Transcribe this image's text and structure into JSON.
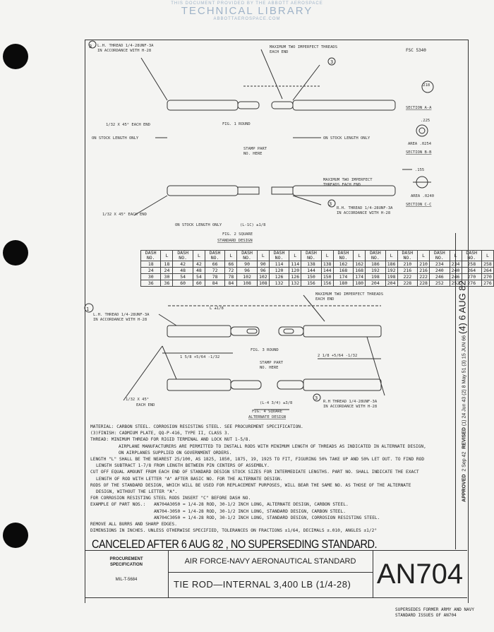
{
  "watermark": {
    "line1": "THIS DOCUMENT PROVIDED BY THE ABBOTT AEROSPACE",
    "line2": "TECHNICAL LIBRARY",
    "line3": "ABBOTTAEROSPACE.COM"
  },
  "fsc": "FSC 5340",
  "fig12": {
    "lh_thread": "L.H. THREAD 1/4-28UNF-3A",
    "lh_thread2": "IN ACCORDANCE WITH H-28",
    "max_threads": "MAXIMUM TWO IMPERFECT THREADS",
    "each_end": "EACH END",
    "rh_thread": "R.H. THREAD 1/4-28UNF-3A",
    "rh_thread2": "IN ACCORDANCE WITH H-28",
    "chamfer": "1/32 X 45° EACH END",
    "stock_len": "ON STOCK LENGTH ONLY",
    "stamp": "STAMP PART",
    "stamp2": "NO. HERE",
    "fig1": "FIG. 1 ROUND",
    "fig2": "FIG. 2 SQUARE",
    "fig2_sub": "STANDARD DESIGN",
    "dim_lc": "(L-1C) ±1/8",
    "max_threads2": "MAXIMUM TWO IMPERFECT",
    "each_end2": "THREADS EACH END",
    "callout_lh": "3",
    "callout_rh": "3",
    "callout_rh2": "3"
  },
  "sections": {
    "a": "SECTION A-A",
    "b": "SECTION B-B",
    "c": "SECTION C-C",
    "area_b": "AREA .0254",
    "area_c": "AREA .0240",
    "dim_a": ".218",
    "dim_b": ".225",
    ".dim_c": ".155"
  },
  "table": {
    "h_dash": "DASH NO.",
    "h_l": "L",
    "rows": [
      [
        "18",
        "18",
        "42",
        "42",
        "66",
        "66",
        "90",
        "90",
        "114",
        "114",
        "138",
        "138",
        "162",
        "162",
        "186",
        "186",
        "210",
        "210",
        "234",
        "234",
        "258",
        "258"
      ],
      [
        "24",
        "24",
        "48",
        "48",
        "72",
        "72",
        "96",
        "96",
        "120",
        "120",
        "144",
        "144",
        "168",
        "168",
        "192",
        "192",
        "216",
        "216",
        "240",
        "240",
        "264",
        "264"
      ],
      [
        "30",
        "30",
        "54",
        "54",
        "78",
        "78",
        "102",
        "102",
        "126",
        "126",
        "150",
        "150",
        "174",
        "174",
        "198",
        "198",
        "222",
        "222",
        "246",
        "246",
        "270",
        "270"
      ],
      [
        "36",
        "36",
        "60",
        "60",
        "84",
        "84",
        "108",
        "108",
        "132",
        "132",
        "156",
        "156",
        "180",
        "180",
        "204",
        "204",
        "228",
        "228",
        "252",
        "252",
        "276",
        "276"
      ]
    ]
  },
  "fig34": {
    "callout": "1",
    "lh_thread": "L.H. THREAD 1/4-28UNF-3A",
    "lh_thread2": "IN ACCORDANCE WITH H-28",
    "dim_l": "L ±1/8",
    "max_threads": "MAXIMUM TWO IMPERFECT THREADS",
    "each_end": "EACH END",
    "fig3": "FIG. 3 ROUND",
    "stamp": "STAMP PART",
    "stamp2": "NO. HERE",
    "dim_left": "1 5/8 +5/64 -1/32",
    "dim_right": "2 1/8 +5/64 -1/32",
    "chamfer": "1/32 X 45°",
    "each_end_c": "EACH END",
    "dim_l4": "(L-4 3/4) ±3/8",
    "fig4": "FIG. 4 SQUARE",
    "fig4_sub": "ALTERNATE DESIGN",
    "callout_rh": "3",
    "rh_thread": "R.H THREAD 1/4-28UNF-3A",
    "rh_thread2": "IN ACCORDANCE WITH H-28"
  },
  "notes": {
    "material": "MATERIAL:  CARBON STEEL.  CORROSION RESISTING STEEL.  SEE PROCUREMENT SPECIFICATION.",
    "finish_callout": "3",
    "finish": "FINISH:  CADMIUM PLATE, QQ-P-416, TYPE II, CLASS 3.",
    "thread": "THREAD:  MINIMUM THREAD FOR RIGID TERMINAL AND LOCK NUT 1-5/8.",
    "thread2": "AIRPLANE MANUFACTURERS ARE PERMITTED TO INSTALL RODS WITH MINIMUM LENGTH OF THREADS AS INDICATED IN ALTERNATE DESIGN,",
    "thread3": "ON AIRPLANES SUPPLIED ON GOVERNMENT ORDERS.",
    "length": "LENGTH \"L\" SHALL BE THE NEAREST 25/100, AS 1825, 1850, 1875, 19, 1925 TO FIT, FIGURING 50% TAKE UP AND 50% LET OUT.  TO FIND ROD",
    "length2": "LENGTH SUBTRACT 1-7/8 FROM LENGTH BETWEEN PIN CENTERS OF ASSEMBLY.",
    "cutoff": "CUT OFF EQUAL AMOUNT FROM EACH END OF STANDARD DESIGN STOCK SIZES FOR INTERMEDIATE LENGTHS.  PART NO. SHALL INDICATE THE EXACT",
    "cutoff2": "LENGTH OF ROD WITH LETTER \"A\" AFTER BASIC NO. FOR THE ALTERNATE DESIGN.",
    "rods": "RODS OF THE STANDARD DESIGN, WHICH WILL BE USED FOR REPLACEMENT PURPOSES, WILL BEAR THE SAME NO. AS THOSE OF THE ALTERNATE",
    "rods2": "DESIGN, WITHOUT THE LETTER \"A\".",
    "corrosion": "FOR CORROSION RESISTING STEEL RODS INSERT \"C\" BEFORE DASH NO.",
    "example_label": "EXAMPLE OF PART NOS.:",
    "examples": [
      "AN704A3050  =  1/4-28 ROD, 30-1/2 INCH LONG, ALTERNATE DESIGN, CARBON STEEL.",
      "AN704-3050  =  1/4-28 ROD, 30-1/2 INCH LONG, STANDARD DESIGN, CARBON STEEL.",
      "AN704C3050  =  1/4-28 ROD, 30-1/2 INCH LONG, STANDARD DESIGN, CORROSION RESISTING STEEL."
    ],
    "burrs": "REMOVE ALL BURRS AND SHARP EDGES.",
    "dims": "DIMENSIONS IN INCHES.  UNLESS OTHERWISE SPECIFIED, TOLERANCES ON FRACTIONS ±1/64, DECIMALS ±.010, ANGLES ±1/2°"
  },
  "canceled": "CANCELED AFTER  6 AUG 82 ,  NO SUPERSEDING STANDARD.",
  "title_block": {
    "proc_label": "PROCUREMENT SPECIFICATION",
    "proc_spec": "MIL-T-5684",
    "org": "AIR FORCE-NAVY AERONAUTICAL STANDARD",
    "title": "TIE ROD—INTERNAL  3,400 LB (1/4-28)",
    "number": "AN704"
  },
  "revision": {
    "approved": "APPROVED",
    "approved_date": "2 Sep 42",
    "revised": "REVISED",
    "r1": "1",
    "r1_date": "24 Jun 43",
    "r2": "2",
    "r2_date": "8 May 51",
    "r3": "3",
    "r3_date": "15 JUN 66",
    "r4": "4",
    "r4_date": "6 AUG 82"
  },
  "supersedes": "SUPERSEDES FORMER ARMY AND NAVY",
  "supersedes2": "STANDARD ISSUES OF AN704"
}
